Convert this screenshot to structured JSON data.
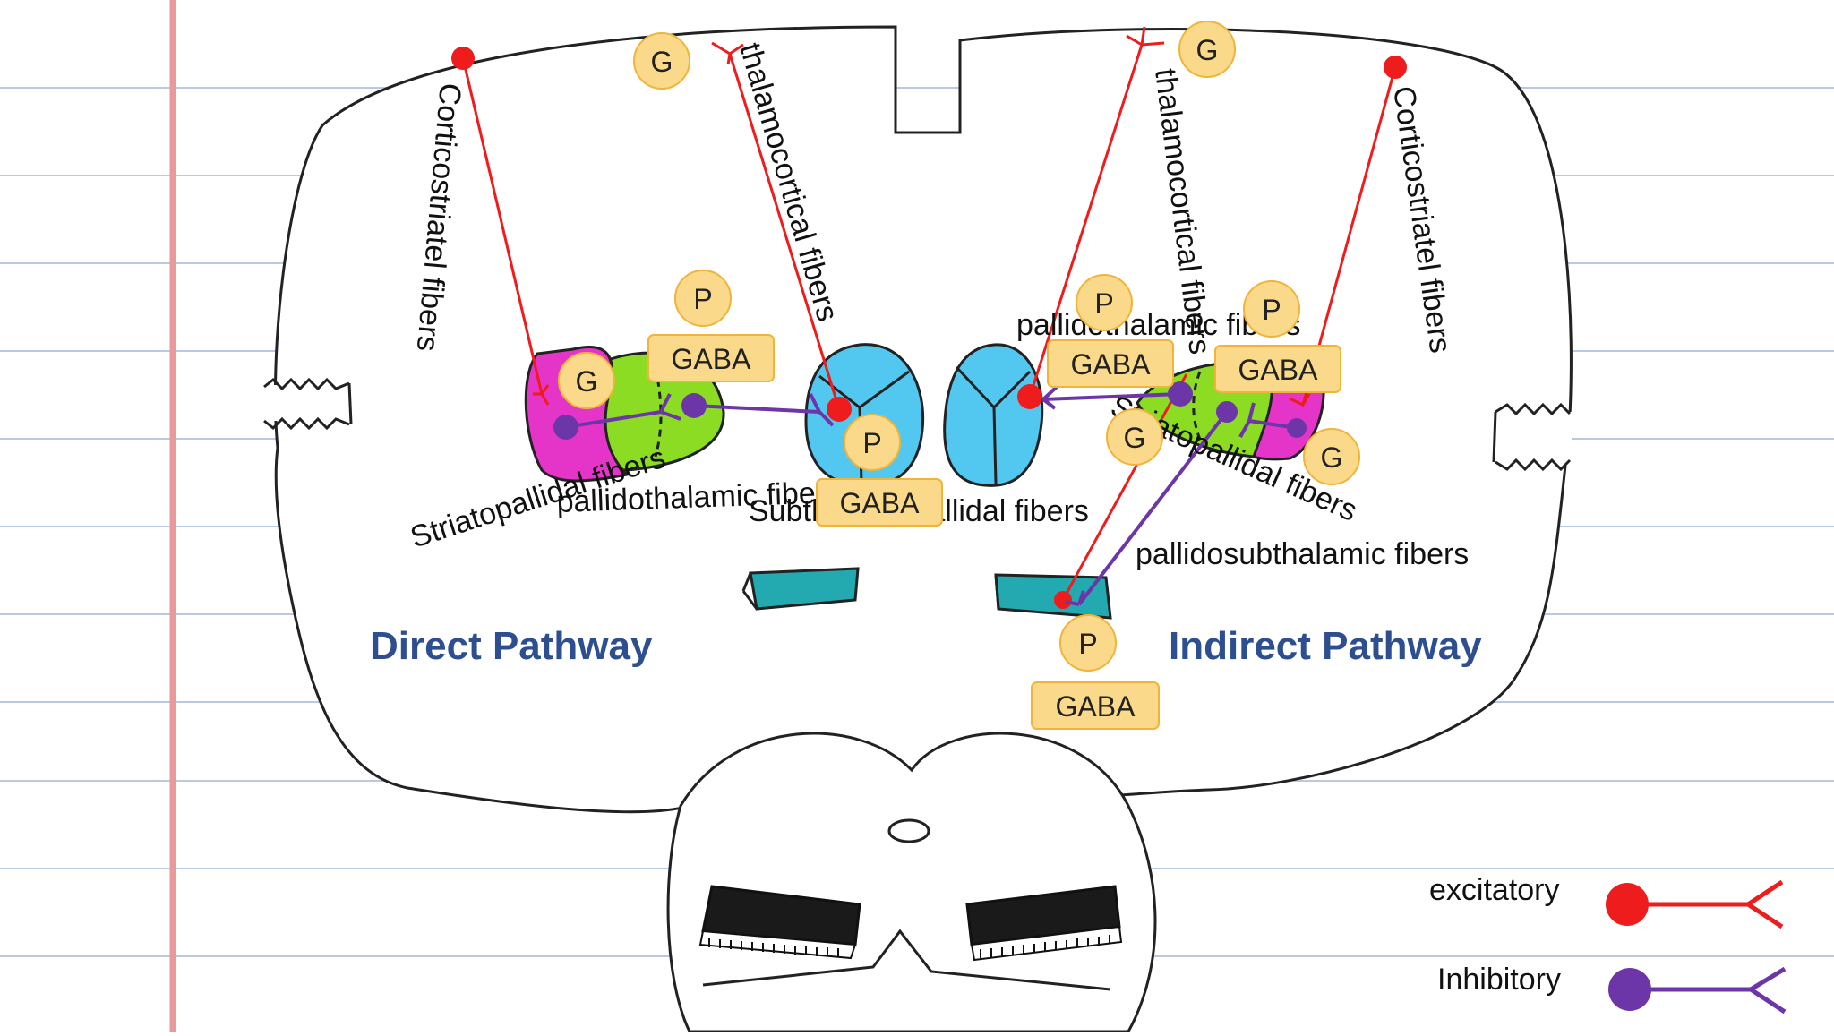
{
  "colors": {
    "excitatory": "#ee1c1c",
    "inhibitory": "#6c36a8",
    "badge_fill": "#fad98a",
    "badge_stroke": "#f0b43a",
    "caudate": "#e535c8",
    "putamen": "#8bdc22",
    "thalamus": "#52c8f0",
    "subthalamic": "#23a9b0",
    "title": "#2e4f8f",
    "paper_lines": "#b9c9e4",
    "margin_line": "#e89a9a"
  },
  "labels": {
    "corticostriatal_left": "Corticostriatel fibers",
    "thalamocortical_left": "thalamocortical fibers",
    "thalamocortical_right": "thalamocortical fibers",
    "corticostriatal_right": "Corticostriatel fibers",
    "striatopallidal_left": "Striatopallidal fibers",
    "pallidothalamic_left": "pallidothalamic fibers",
    "subthalamopallidal": "Subthalamopallidal fibers",
    "pallidothalamic_right": "pallidothalamic fibers",
    "striatopallidal_right": "Striatopallidal fibers",
    "pallidosubthalamic": "pallidosubthalamic fibers"
  },
  "badges": {
    "g": "G",
    "p": "P",
    "gaba": "GABA"
  },
  "titles": {
    "direct": "Direct Pathway",
    "indirect": "Indirect Pathway"
  },
  "legend": {
    "excitatory": "excitatory",
    "inhibitory": "Inhibitory"
  }
}
